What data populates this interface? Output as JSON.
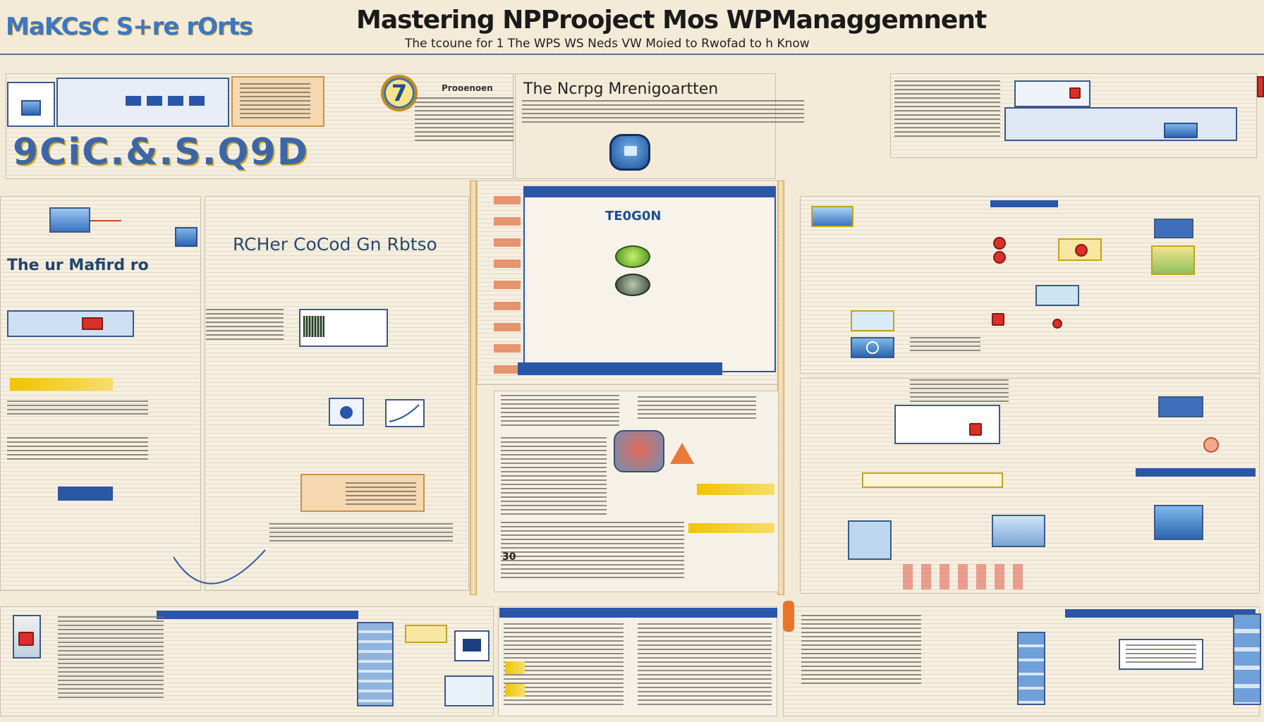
{
  "header": {
    "logo_text": "MaKCsC S+re rOrts",
    "title": "Mastering NPProoject Mos WPManaggemnent",
    "subtitle": "The tcoune for 1 The WPS WS Neds VW Moied to Rwofad to h Know"
  },
  "badges": {
    "number_badge": "7"
  },
  "panels": {
    "top_left_big_text": "9CiC.&.S.Q9D",
    "top_center_heading": "The Ncrpg Mrenigoartten",
    "top_small_heading": "Prooenoen",
    "left_mid_heading": "The ur Mafird ro",
    "left_mid_heading_2": "RCHer CoCod Gn Rbtso",
    "center_screen_heading": "TE0G0N",
    "bottom_left_number": "30"
  },
  "colors": {
    "background": "#f3ead8",
    "accent_blue": "#2a56a8",
    "accent_yellow": "#f2c300",
    "accent_red": "#d9302a",
    "title_color": "#1a1a1a"
  }
}
